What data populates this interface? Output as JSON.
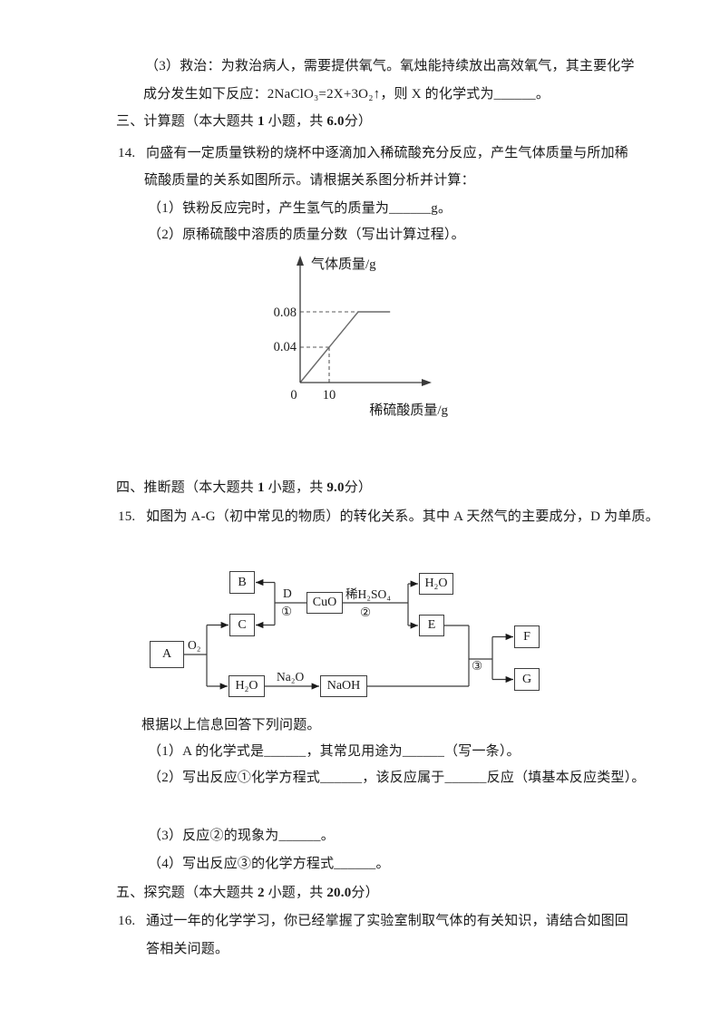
{
  "page": {
    "background": "#ffffff",
    "text_color": "#1a1a1a"
  },
  "q13_part3": {
    "line1": "（3）救治：为救治病人，需要提供氧气。氧烛能持续放出高效氧气，其主要化学",
    "line2": "成分发生如下反应：2NaClO₃=2X+3O₂↑，则 X 的化学式为______。"
  },
  "section_calc": {
    "prefix": "三、计算题（本大题共 ",
    "count": "1",
    "mid": " 小题，共 ",
    "score": "6.0",
    "suffix": "分）"
  },
  "q14": {
    "number": "14.",
    "stem_line1": "向盛有一定质量铁粉的烧杯中逐滴加入稀硫酸充分反应，产生气体质量与所加稀",
    "stem_line2": "硫酸质量的关系如图所示。请根据关系图分析并计算：",
    "part1": "（1）铁粉反应完时，产生氢气的质量为______g。",
    "part2": "（2）原稀硫酸中溶质的质量分数（写出计算过程）。"
  },
  "chart_data": {
    "type": "line",
    "title": "",
    "ylabel": "气体质量/g",
    "xlabel": "稀硫酸质量/g",
    "x_ticks": [
      "0",
      "10"
    ],
    "y_ticks": [
      "0.04",
      "0.08"
    ],
    "xlim": [
      0,
      34
    ],
    "ylim": [
      0,
      0.12
    ],
    "grid": false,
    "points": [
      [
        0,
        0
      ],
      [
        10,
        0.04
      ],
      [
        20,
        0.08
      ],
      [
        31,
        0.08
      ]
    ],
    "dashed_guides": [
      {
        "from": [
          0,
          0.04
        ],
        "to": [
          10,
          0.04
        ]
      },
      {
        "from": [
          10,
          0
        ],
        "to": [
          10,
          0.04
        ]
      },
      {
        "from": [
          0,
          0.08
        ],
        "to": [
          20,
          0.08
        ]
      }
    ]
  },
  "section_infer": {
    "prefix": "四、推断题（本大题共 ",
    "count": "1",
    "mid": " 小题，共 ",
    "score": "9.0",
    "suffix": "分）"
  },
  "q15": {
    "number": "15.",
    "stem": "如图为 A-G（初中常见的物质）的转化关系。其中 A 天然气的主要成分，D 为单质。",
    "diagram": {
      "boxes": {
        "a": "A",
        "b": "B",
        "c": "C",
        "cuo": "CuO",
        "h2o_top": "H₂O",
        "e": "E",
        "f": "F",
        "g": "G",
        "h2o_bottom": "H₂O",
        "naoh": "NaOH"
      },
      "edge_labels": {
        "o2": "O₂",
        "d": "D",
        "step1": "①",
        "xi_h2so4": "稀H₂SO₄",
        "step2": "②",
        "na2o": "Na₂O",
        "step3": "③"
      }
    },
    "lead_in": "根据以上信息回答下列问题。",
    "part1": "（1）A 的化学式是______，其常见用途为______（写一条）。",
    "part2": "（2）写出反应①化学方程式______，该反应属于______反应（填基本反应类型）。",
    "part3": "（3）反应②的现象为______。",
    "part4": "（4）写出反应③的化学方程式______。"
  },
  "section_explore": {
    "prefix": "五、探究题（本大题共 ",
    "count": "2",
    "mid": " 小题，共 ",
    "score": "20.0",
    "suffix": "分）"
  },
  "q16": {
    "number": "16.",
    "stem_line1": "通过一年的化学学习，你已经掌握了实验室制取气体的有关知识，请结合如图回",
    "stem_line2": "答相关问题。"
  }
}
